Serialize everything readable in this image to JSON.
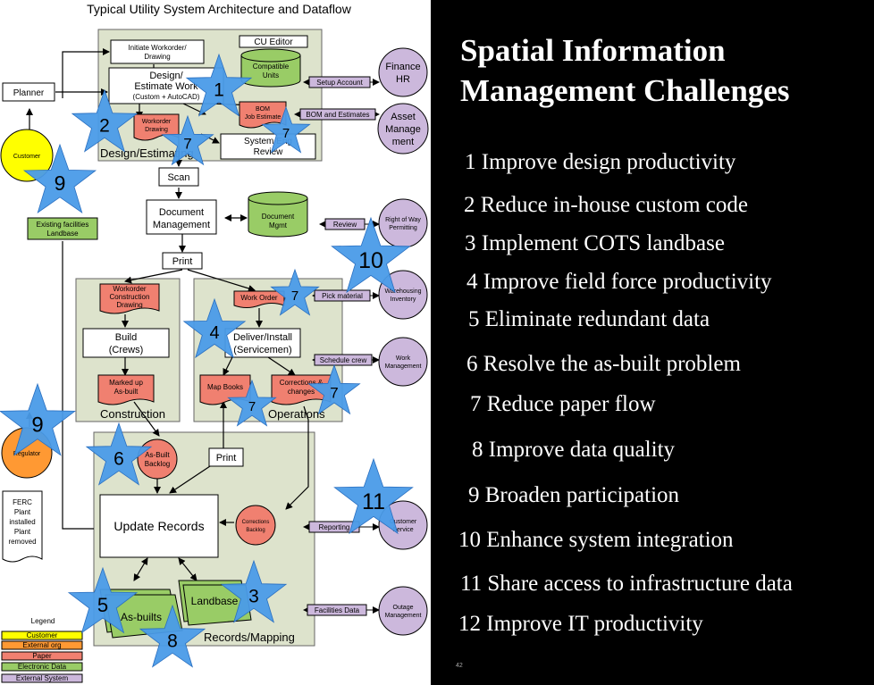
{
  "colors": {
    "customer": "#ffff00",
    "external_org": "#ff9933",
    "paper": "#f08070",
    "electronic_data": "#99cc66",
    "external_system": "#ccb8dc",
    "region_fill": "#dde3cc",
    "star": "#4a9be8",
    "panel_bg": "#000000"
  },
  "diagram": {
    "title": "Typical Utility System Architecture and Dataflow",
    "regions": {
      "design": "Design/Estimating",
      "construction": "Construction",
      "operations": "Operations",
      "records": "Records/Mapping"
    },
    "boxes": {
      "initiate": [
        "Initiate Workorder/",
        "Drawing"
      ],
      "cu_editor": "CU Editor",
      "design": [
        "Design/",
        "Estimate Work"
      ],
      "design_note": "(Custom + AutoCAD)",
      "planner": "Planner",
      "sys_review": [
        "System Eng",
        "Review"
      ],
      "scan": "Scan",
      "doc_mgmt": [
        "Document",
        "Management"
      ],
      "print1": "Print",
      "build": [
        "Build",
        "(Crews)"
      ],
      "deliver": [
        "Deliver/Install",
        "(Servicemen)"
      ],
      "print2": "Print",
      "update": "Update Records",
      "ferc": [
        "FERC",
        "Plant",
        "installed",
        "Plant",
        "removed"
      ]
    },
    "data_stores": {
      "compatible_units": [
        "Compatible",
        "Units"
      ],
      "doc_mgmt_db": [
        "Document",
        "Mgmt"
      ],
      "asbuilts": "As-builts",
      "landbase": "Landbase",
      "existing": [
        "Existing facilities",
        "Landbase"
      ]
    },
    "papers": {
      "bom": [
        "BOM",
        "Job Estimate"
      ],
      "wo_draw": [
        "Workorder",
        "Drawing"
      ],
      "wo_construction": [
        "Workorder",
        "Construction",
        "Drawing"
      ],
      "marked_up": [
        "Marked up",
        "As-built"
      ],
      "work_order": "Work Order",
      "map_books": "Map Books",
      "corrections_changes": [
        "Corrections &",
        "changes"
      ]
    },
    "backlogs": {
      "asbuilt": [
        "As-Built",
        "Backlog"
      ],
      "corrections": [
        "Corrections",
        "Backlog"
      ]
    },
    "external_orgs": {
      "customer": "Customer",
      "regulator": "Regulator"
    },
    "external_systems": {
      "finance": [
        "Finance",
        "HR"
      ],
      "asset": [
        "Asset",
        "Manage",
        "ment"
      ],
      "row": [
        "Right of Way",
        "Permitting"
      ],
      "warehousing": [
        "Warehousing",
        "Inventory"
      ],
      "work_mgmt": [
        "Work",
        "Management"
      ],
      "customer_service": [
        "Customer",
        "Service"
      ],
      "outage": [
        "Outage",
        "Management"
      ]
    },
    "connectors": {
      "setup_account": "Setup Account",
      "bom_estimates": "BOM and Estimates",
      "review": "Review",
      "pick_material": "Pick material",
      "schedule_crew": "Schedule crew",
      "reporting": "Reporting",
      "facilities_data": "Facilities Data"
    },
    "legend": {
      "title": "Legend",
      "items": [
        "Customer",
        "External org",
        "Paper",
        "Electronic Data",
        "External System"
      ]
    },
    "stars": [
      "1",
      "2",
      "7",
      "7",
      "9",
      "10",
      "7",
      "4",
      "7",
      "7",
      "9",
      "6",
      "11",
      "5",
      "3",
      "8"
    ]
  },
  "panel": {
    "title_line1": "Spatial Information",
    "title_line2": "Management Challenges",
    "challenges": [
      "1  Improve design productivity",
      "2  Reduce in-house custom code",
      "3  Implement COTS landbase",
      "4  Improve field force productivity",
      "5  Eliminate redundant data",
      "6  Resolve the as-built problem",
      "7  Reduce paper flow",
      "8  Improve data quality",
      "9  Broaden participation",
      "10 Enhance system integration",
      "11 Share access to infrastructure data",
      "12 Improve IT productivity"
    ],
    "page_number": "42"
  }
}
